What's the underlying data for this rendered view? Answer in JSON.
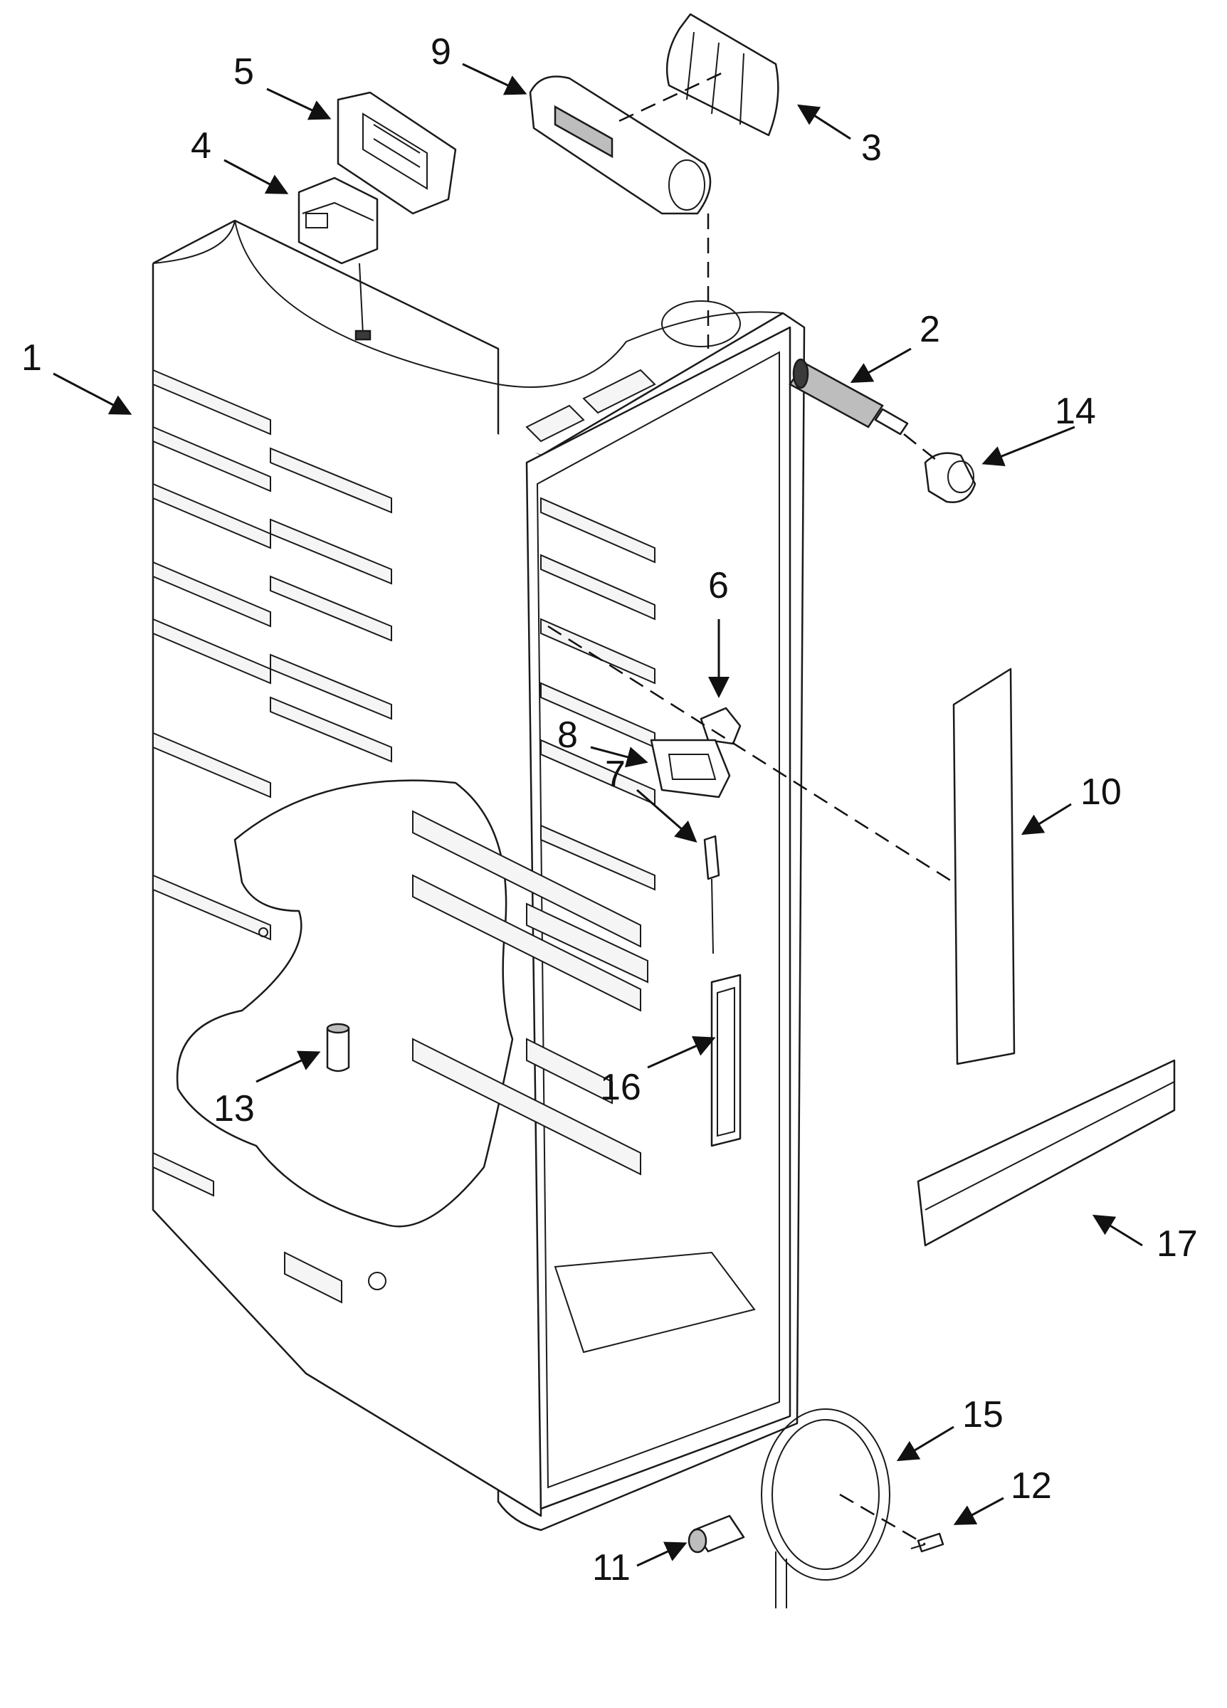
{
  "diagram": {
    "callouts": [
      {
        "id": "1",
        "label": "1"
      },
      {
        "id": "2",
        "label": "2"
      },
      {
        "id": "3",
        "label": "3"
      },
      {
        "id": "4",
        "label": "4"
      },
      {
        "id": "5",
        "label": "5"
      },
      {
        "id": "6",
        "label": "6"
      },
      {
        "id": "7",
        "label": "7"
      },
      {
        "id": "8",
        "label": "8"
      },
      {
        "id": "9",
        "label": "9"
      },
      {
        "id": "10",
        "label": "10"
      },
      {
        "id": "11",
        "label": "11"
      },
      {
        "id": "12",
        "label": "12"
      },
      {
        "id": "13",
        "label": "13"
      },
      {
        "id": "14",
        "label": "14"
      },
      {
        "id": "15",
        "label": "15"
      },
      {
        "id": "16",
        "label": "16"
      },
      {
        "id": "17",
        "label": "17"
      }
    ]
  },
  "colors": {
    "line": "#1a1a1a",
    "background": "#ffffff"
  }
}
